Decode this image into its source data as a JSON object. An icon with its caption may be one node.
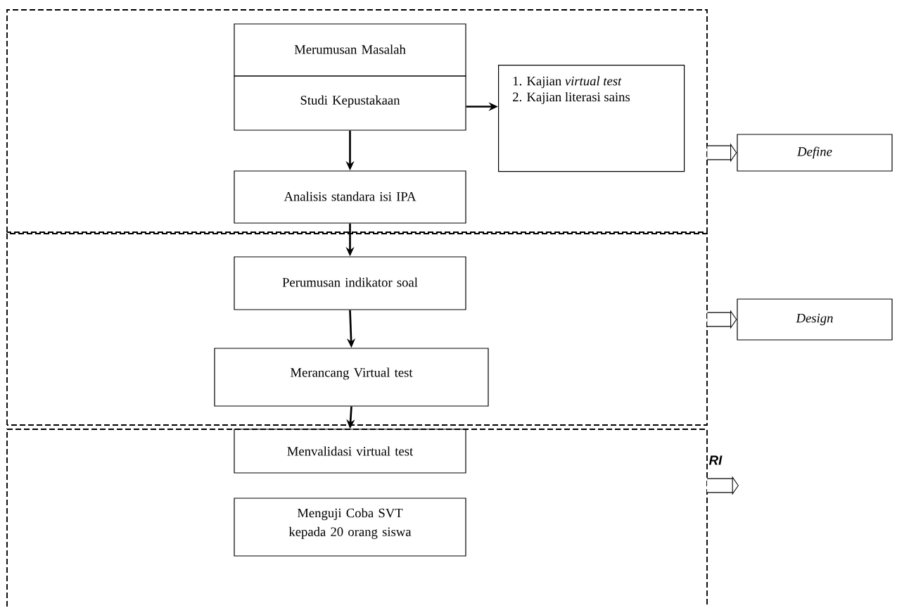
{
  "diagram": {
    "nodes": [
      {
        "text": [],
        "shape": "box"
      },
      {
        "text": [
          "Merumusan Masalah"
        ],
        "in": 0
      },
      {
        "text": [
          "Studi Kepustakaan"
        ],
        "in": 0
      },
      {
        "text": [
          "1. Kajian *virtual test*",
          "2. Kajian literasi sains"
        ],
        "in": 0
      },
      {
        "text": [
          "Analisis standara isi IPA"
        ],
        "in": 0
      },
      {
        "text": [],
        "shape": "box"
      },
      {
        "text": [
          "Perumusan indikator soal"
        ],
        "in": 5
      },
      {
        "text": [
          "Merancang Virtual test"
        ],
        "in": 5
      },
      {
        "text": [],
        "shape": "box"
      },
      {
        "text": [
          "Menvalidasi virtual test"
        ],
        "in": 8
      },
      {
        "text": [
          "Menguji Coba SVT kepada 20 orang siswa"
        ],
        "in": 8
      },
      {
        "text": [
          "*Define*"
        ]
      },
      {
        "text": [
          "*Design*"
        ]
      }
    ],
    "edges": [
      {
        "from": 2,
        "to": 3,
        "arrow": "to"
      },
      {
        "from": 2,
        "to": 4,
        "arrow": "to"
      },
      {
        "from": 4,
        "to": 6,
        "arrow": "to"
      },
      {
        "from": 6,
        "to": 7,
        "arrow": "to"
      },
      {
        "from": 7,
        "to": 9,
        "arrow": "to"
      },
      {
        "from": 0,
        "to": 11,
        "arrow": "to",
        "style": "thick"
      },
      {
        "from": 5,
        "to": 12,
        "arrow": "to",
        "style": "thick"
      },
      {
        "from": 8,
        "to": null,
        "arrow": "to",
        "style": "thick"
      }
    ],
    "labels": [
      "RI"
    ]
  }
}
